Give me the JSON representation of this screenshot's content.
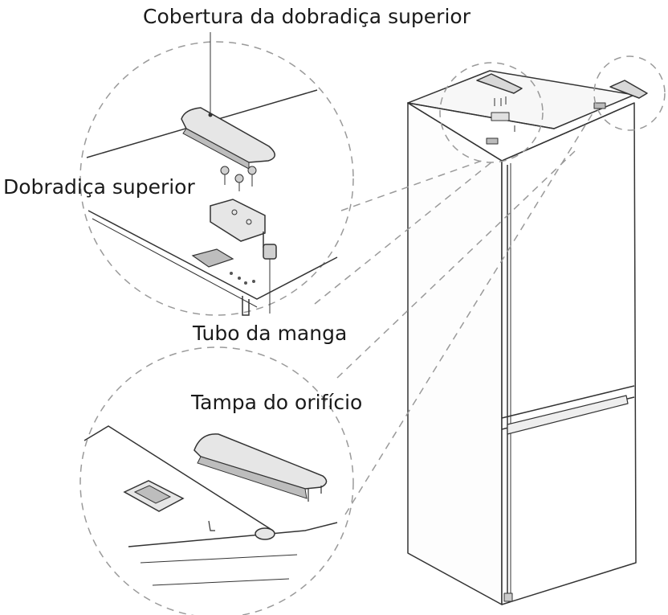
{
  "labels": {
    "top_hinge_cover": "Cobertura da dobradiça superior",
    "top_hinge": "Dobradiça superior",
    "sleeve_tube": "Tubo da manga",
    "hole_cover": "Tampa do orifício"
  },
  "colors": {
    "line": "#333333",
    "dash": "#9a9a9a",
    "part_fill": "#e6e6e6",
    "part_dark": "#bdbdbd",
    "body_fill": "#ffffff"
  }
}
